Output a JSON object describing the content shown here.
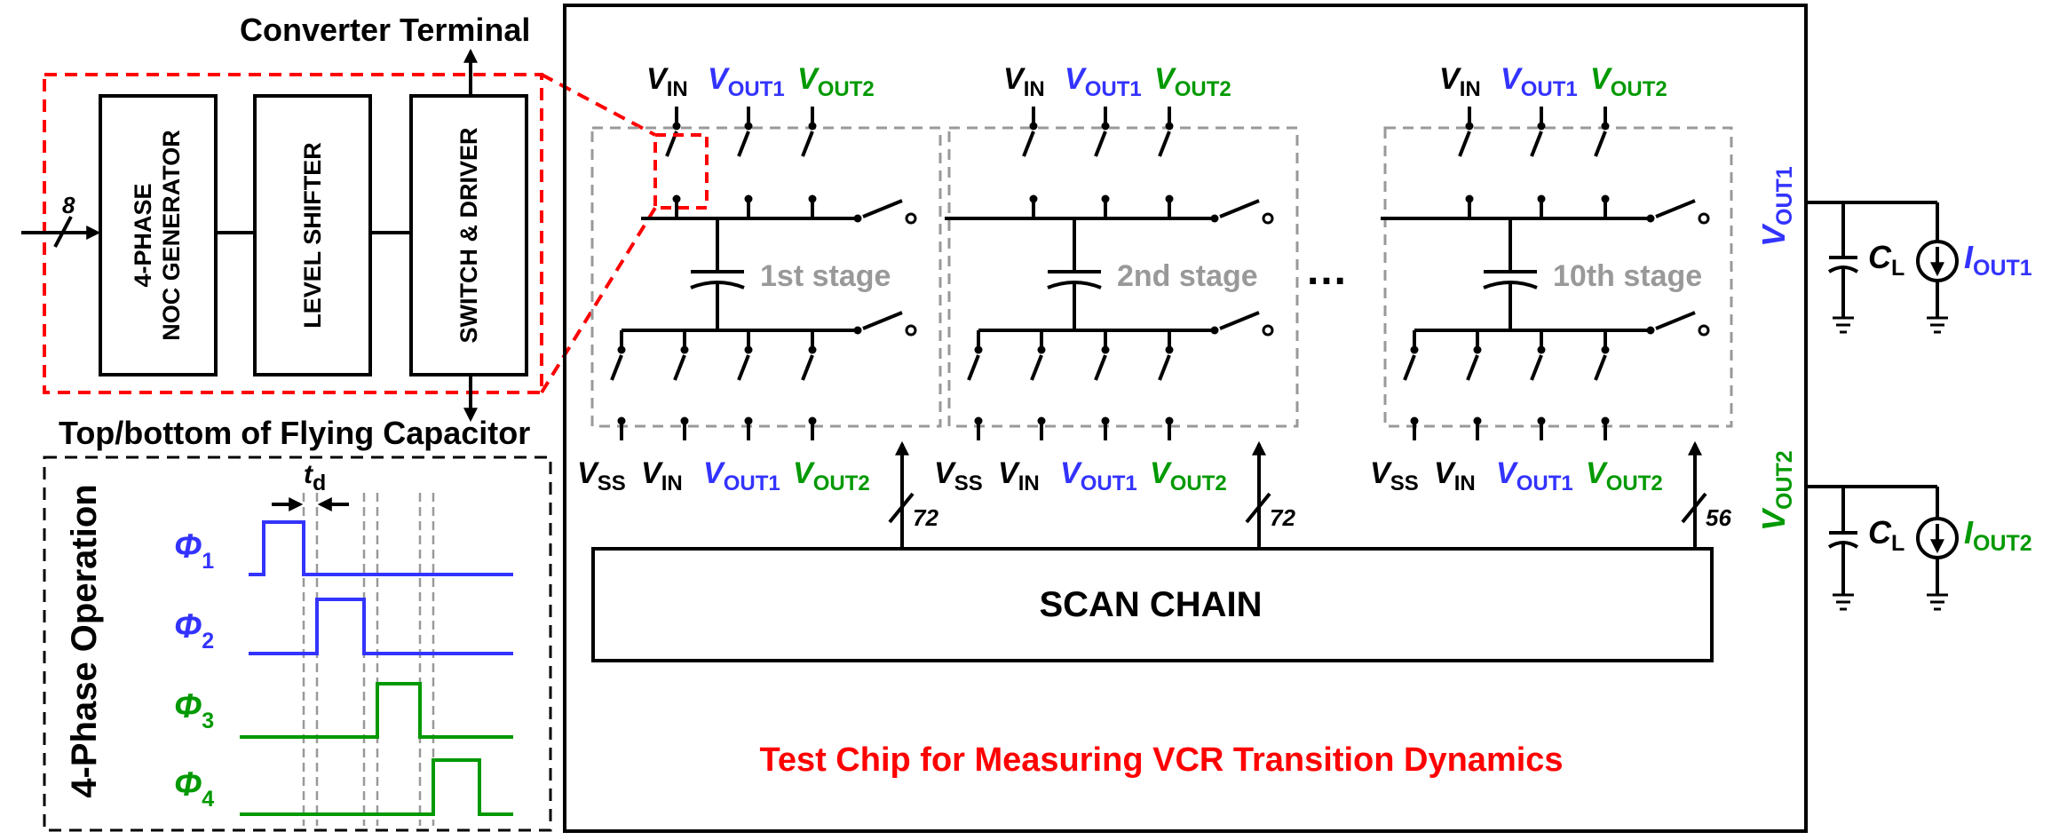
{
  "colors": {
    "black": "#000000",
    "blue": "#3333ff",
    "green": "#009900",
    "red": "#ff0000",
    "gray": "#999999"
  },
  "left_panel": {
    "title_top": "Converter Terminal",
    "bus_width_in": "8",
    "blocks": [
      "4-PHASE",
      "NOC GENERATOR",
      "LEVEL SHIFTER",
      "SWITCH & DRIVER"
    ],
    "title_bottom": "Top/bottom of Flying Capacitor"
  },
  "timing": {
    "title": "4-Phase Operation",
    "td_main": "t",
    "td_sub": "d",
    "phases": [
      {
        "sym": "Φ",
        "sub": "1"
      },
      {
        "sym": "Φ",
        "sub": "2"
      },
      {
        "sym": "Φ",
        "sub": "3"
      },
      {
        "sym": "Φ",
        "sub": "4"
      }
    ]
  },
  "chip": {
    "title": "Test Chip for Measuring VCR Transition Dynamics",
    "scan_chain": "SCAN CHAIN",
    "ellipsis": "…",
    "stages": [
      {
        "label": "1st stage",
        "bus": "72"
      },
      {
        "label": "2nd stage",
        "bus": "72"
      },
      {
        "label": "10th stage",
        "bus": "56"
      }
    ],
    "labels": {
      "v": "V",
      "in": "IN",
      "out1": "OUT1",
      "out2": "OUT2",
      "ss": "SS"
    }
  },
  "loads": {
    "vout1": {
      "v": "V",
      "sub": "OUT1",
      "c": "C",
      "csub": "L",
      "i": "I",
      "isub": "OUT1"
    },
    "vout2": {
      "v": "V",
      "sub": "OUT2",
      "c": "C",
      "csub": "L",
      "i": "I",
      "isub": "OUT2"
    }
  }
}
